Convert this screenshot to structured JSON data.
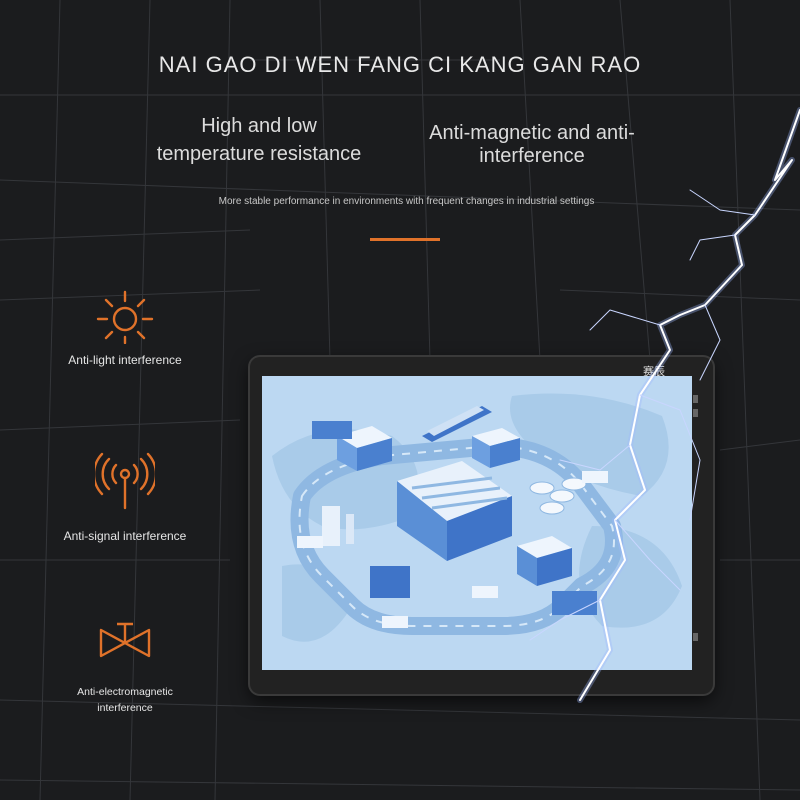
{
  "header": {
    "title": "NAI GAO DI WEN FANG CI KANG GAN RAO",
    "feature_left": "High and low temperature resistance",
    "feature_right": "Anti-magnetic and anti-interference",
    "subtitle": "More stable performance in environments with frequent changes in industrial settings"
  },
  "features": [
    {
      "label": "Anti-light interference",
      "icon": "sun-icon"
    },
    {
      "label": "Anti-signal interference",
      "icon": "antenna-signal-icon"
    },
    {
      "label": "Anti-electromagnetic interference",
      "icon": "valve-icon"
    }
  ],
  "device": {
    "brand_logo": "赛辰"
  },
  "colors": {
    "accent": "#e0722a",
    "background": "#1b1c1e",
    "screen": "#bcd8f2"
  }
}
